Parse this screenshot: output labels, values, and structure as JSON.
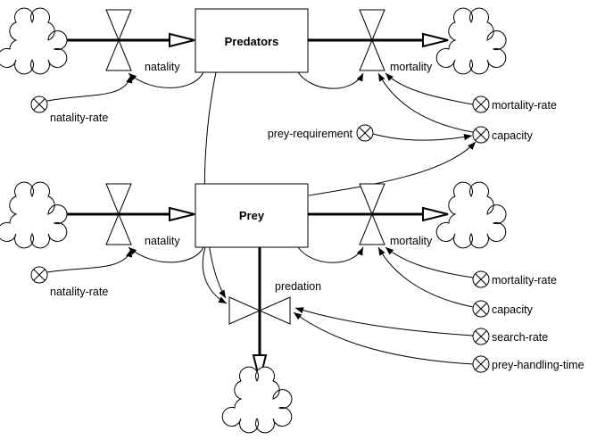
{
  "stocks": {
    "predators": "Predators",
    "prey": "Prey"
  },
  "flows": {
    "predator_natality": "natality",
    "predator_mortality": "mortality",
    "prey_natality": "natality",
    "prey_mortality": "mortality",
    "predation": "predation"
  },
  "auxiliaries": {
    "predator_natality_rate": "natality-rate",
    "predator_mortality_rate": "mortality-rate",
    "prey_requirement": "prey-requirement",
    "predator_capacity": "capacity",
    "prey_natality_rate": "natality-rate",
    "prey_mortality_rate": "mortality-rate",
    "prey_capacity": "capacity",
    "search_rate": "search-rate",
    "prey_handling_time": "prey-handling-time"
  }
}
